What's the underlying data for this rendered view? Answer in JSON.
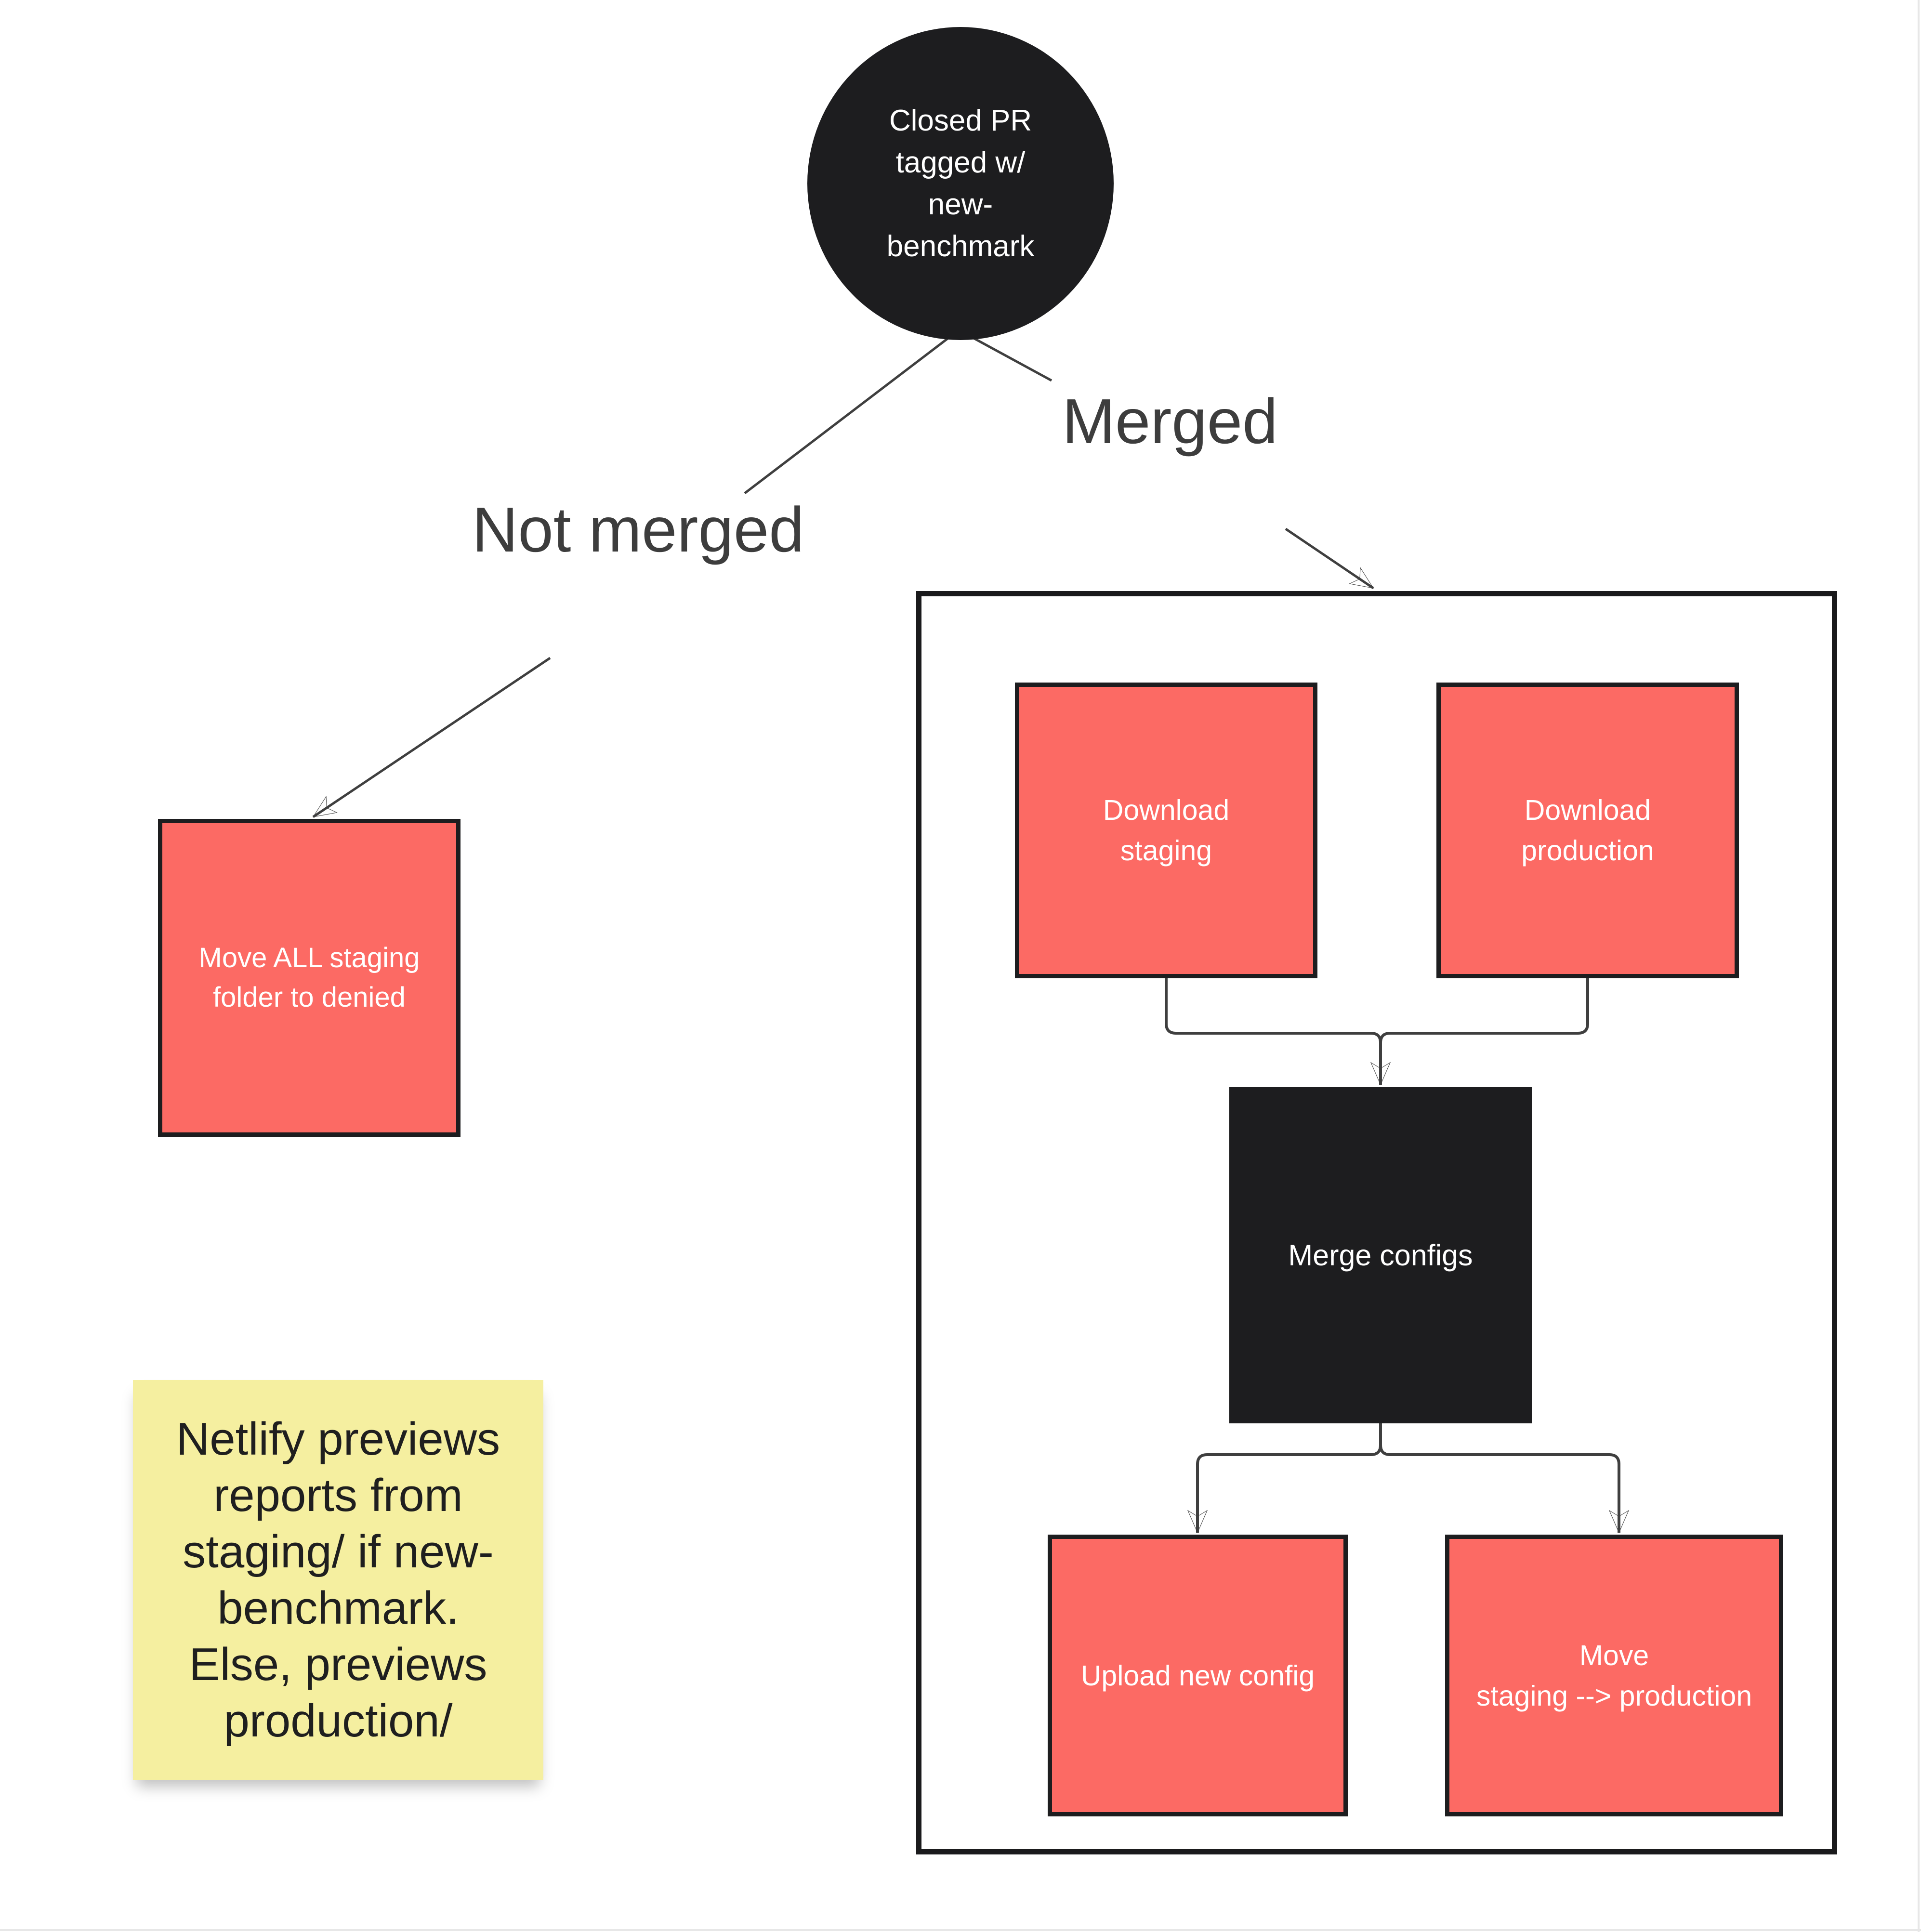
{
  "diagram": {
    "start": {
      "label": "Closed PR\ntagged w/\nnew-\nbenchmark"
    },
    "branches": {
      "not_merged": "Not merged",
      "merged": "Merged"
    },
    "not_merged_node": {
      "label": "Move ALL staging\nfolder to denied"
    },
    "merged_group": {
      "download_staging": {
        "label": "Download\nstaging"
      },
      "download_production": {
        "label": "Download\nproduction"
      },
      "merge_configs": {
        "label": "Merge configs"
      },
      "upload_new_config": {
        "label": "Upload new config"
      },
      "move_staging_production": {
        "label": "Move\nstaging --> production"
      }
    },
    "sticky_note": {
      "text": "Netlify previews\nreports from\nstaging/ if new-\nbenchmark.\nElse, previews\nproduction/"
    },
    "colors": {
      "node_red": "#FC6A64",
      "node_black": "#1D1D1F",
      "note_yellow": "#F5EFA0",
      "connector": "#3F3F3F",
      "label_text": "#3D3D3D",
      "node_text": "#FFFFFF"
    }
  }
}
